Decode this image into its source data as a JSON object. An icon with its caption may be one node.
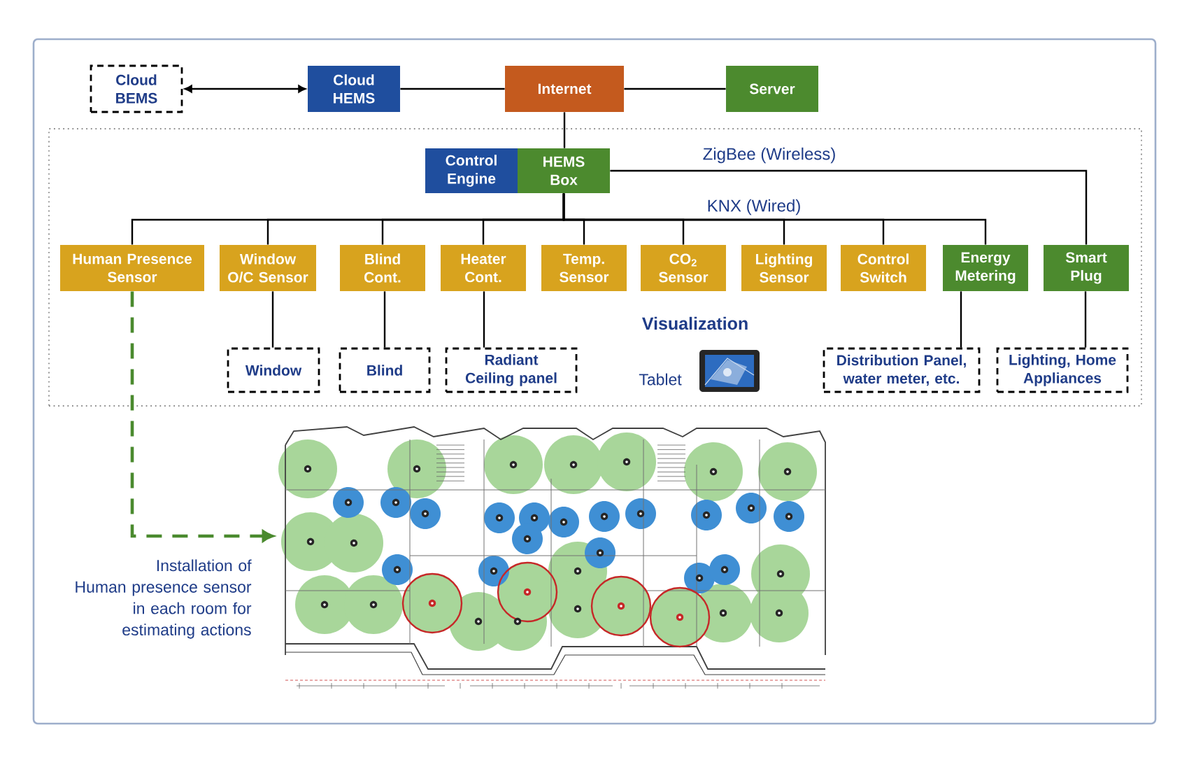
{
  "diagram": {
    "nodes": [
      {
        "text": [
          "Cloud BEMS"
        ]
      },
      {
        "text": [
          "Cloud HEMS"
        ]
      },
      {
        "text": [
          "Internet"
        ]
      },
      {
        "text": [
          "Server"
        ]
      },
      {
        "text": [],
        "shape": "box"
      },
      {
        "text": [
          "Control Engine"
        ],
        "in": 4
      },
      {
        "text": [
          "HEMS Box"
        ],
        "in": 4
      },
      {
        "text": [
          "Human Presence Sensor"
        ],
        "in": 4
      },
      {
        "text": [
          "Window O/C Sensor"
        ],
        "in": 4
      },
      {
        "text": [
          "Blind Cont."
        ],
        "in": 4
      },
      {
        "text": [
          "Heater Cont."
        ],
        "in": 4
      },
      {
        "text": [
          "Temp. Sensor"
        ],
        "in": 4
      },
      {
        "text": [
          "CO$_{2}$ Sensor"
        ],
        "in": 4
      },
      {
        "text": [
          "Lighting Sensor"
        ],
        "in": 4
      },
      {
        "text": [
          "Control Switch"
        ],
        "in": 4
      },
      {
        "text": [
          "Energy Metering"
        ],
        "in": 4
      },
      {
        "text": [
          "Smart Plug"
        ],
        "in": 4
      },
      {
        "text": [
          "Window"
        ],
        "in": 4
      },
      {
        "text": [
          "Blind"
        ],
        "in": 4
      },
      {
        "text": [
          "Radiant Ceiling panel"
        ],
        "in": 4
      },
      {
        "text": [
          "Distribution Panel, water meter, etc."
        ],
        "in": 4
      },
      {
        "text": [
          "Lighting, Home Appliances"
        ],
        "in": 4
      },
      {
        "text": [],
        "shape": "picture"
      }
    ],
    "edges": [
      {
        "from": 0,
        "to": 1,
        "arrow": "both"
      },
      {
        "from": 1,
        "to": 2,
        "arrow": "none"
      },
      {
        "from": 2,
        "to": 3,
        "arrow": "none"
      },
      {
        "from": 2,
        "to": 6,
        "arrow": "none"
      },
      {
        "from": 6,
        "to": 16,
        "arrow": "none",
        "label": "ZigBee (Wireless)"
      },
      {
        "from": 6,
        "to": 7,
        "arrow": "none"
      },
      {
        "from": 6,
        "to": 8,
        "arrow": "none"
      },
      {
        "from": 6,
        "to": 9,
        "arrow": "none"
      },
      {
        "from": 6,
        "to": 10,
        "arrow": "none"
      },
      {
        "from": 6,
        "to": 11,
        "arrow": "none"
      },
      {
        "from": 6,
        "to": 12,
        "arrow": "none"
      },
      {
        "from": 6,
        "to": 13,
        "arrow": "none"
      },
      {
        "from": 6,
        "to": 14,
        "arrow": "none"
      },
      {
        "from": 6,
        "to": 15,
        "arrow": "none"
      },
      {
        "from": 8,
        "to": 17,
        "arrow": "none"
      },
      {
        "from": 9,
        "to": 18,
        "arrow": "none"
      },
      {
        "from": 10,
        "to": 19,
        "arrow": "none"
      },
      {
        "from": 15,
        "to": 20,
        "arrow": "none"
      },
      {
        "from": 16,
        "to": 21,
        "arrow": "none"
      },
      {
        "from": 7,
        "to": 22,
        "arrow": "to",
        "style": "dashed",
        "color": "#4a8a2e"
      }
    ],
    "labels": [
      "KNX (Wired)",
      "Visualization",
      "Tablet",
      "Installation of Human presence sensor in each room for estimating actions"
    ]
  }
}
